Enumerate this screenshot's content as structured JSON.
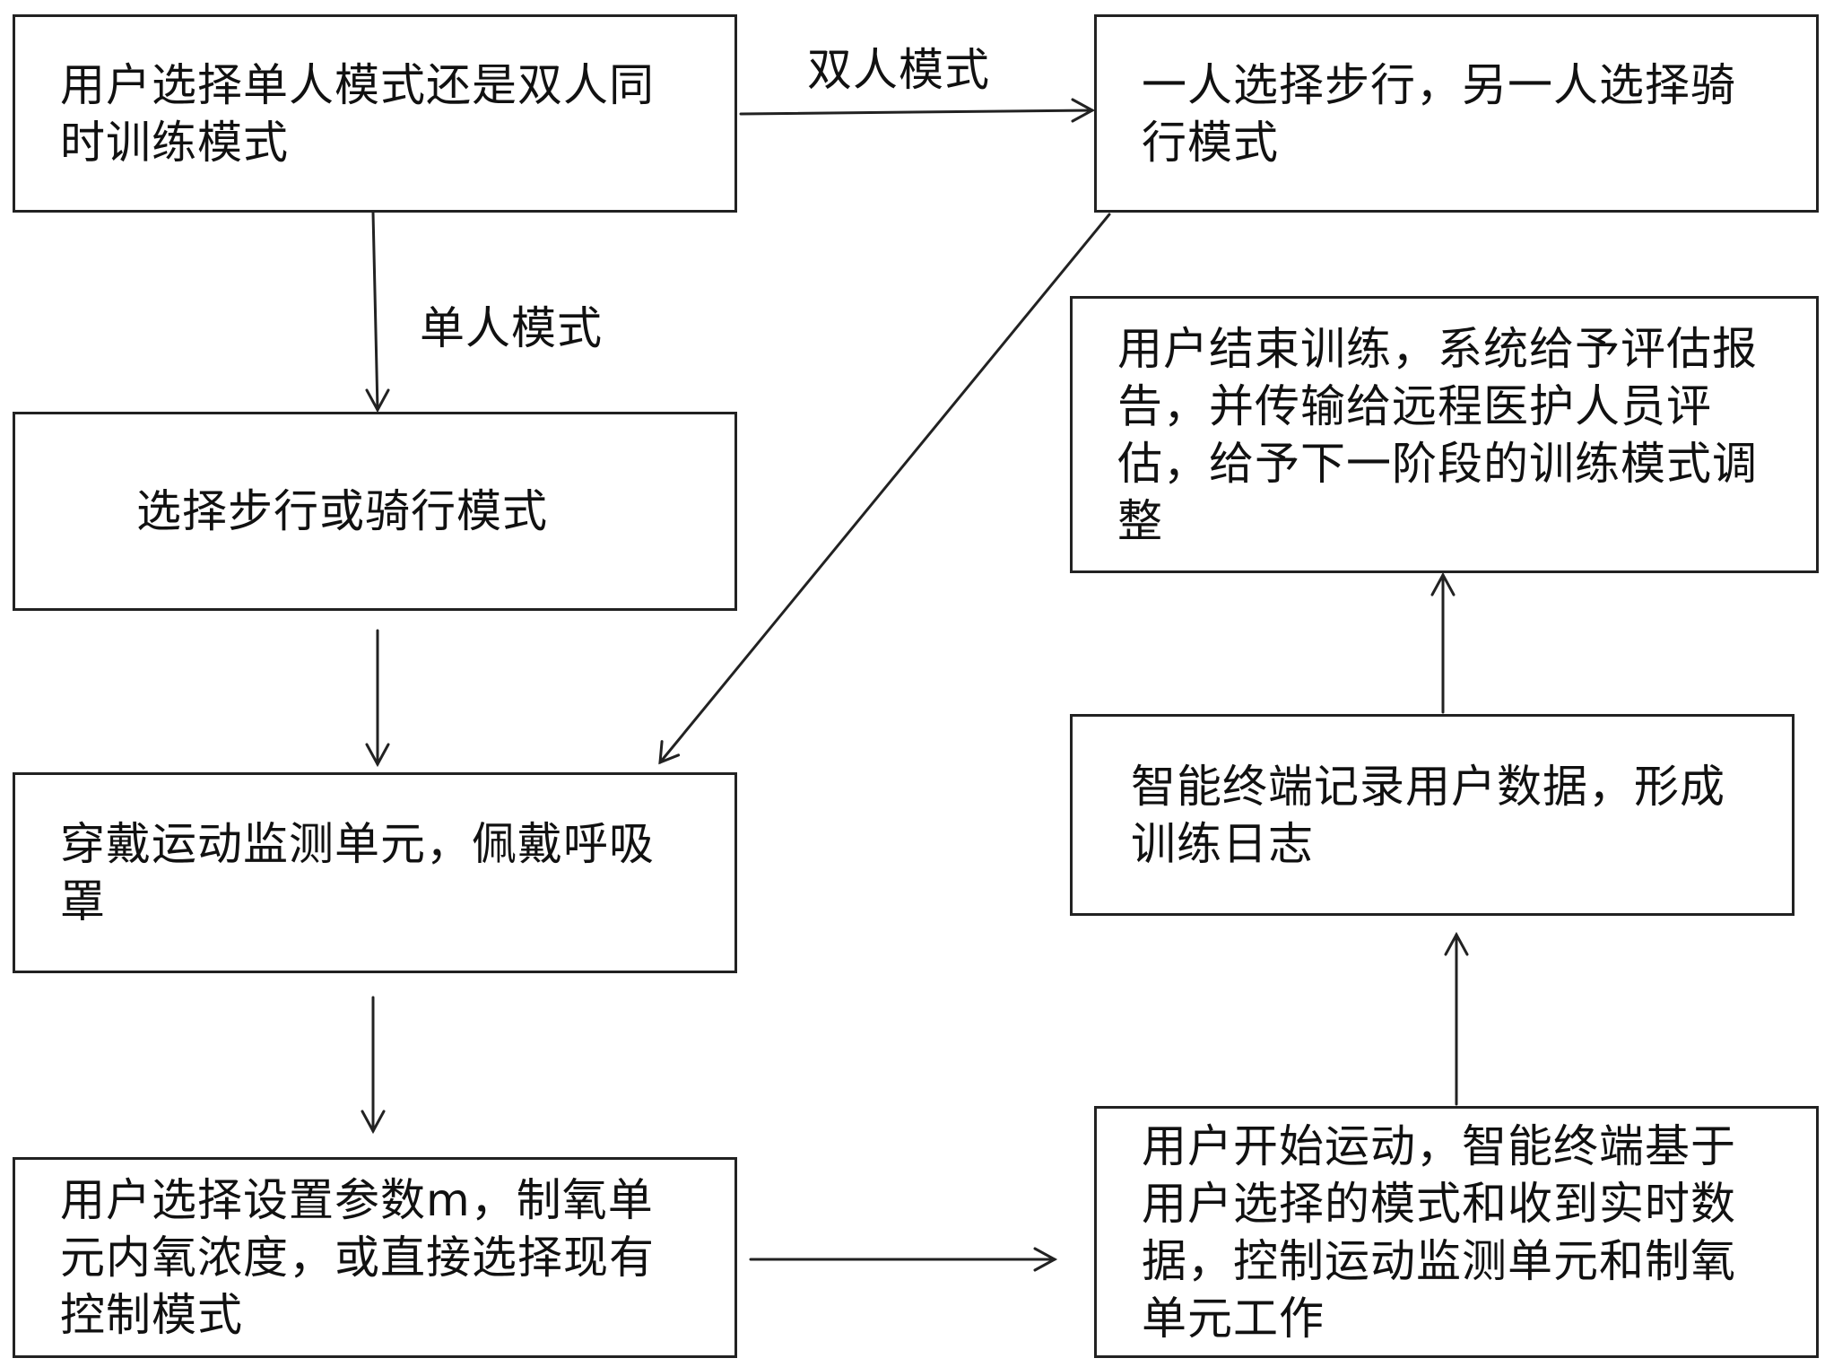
{
  "boxes": {
    "mode_select": "用户选择单人模式还是双人同时训练模式",
    "double_assign": "一人选择步行，另一人选择骑行模式",
    "single_select": "选择步行或骑行模式",
    "wear_units": "穿戴运动监测单元，佩戴呼吸罩",
    "set_params": "用户选择设置参数m，制氧单元内氧浓度，或直接选择现有控制模式",
    "start_exercise": "用户开始运动，智能终端基于用户选择的模式和收到实时数据，控制运动监测单元和制氧单元工作",
    "record_data": "智能终端记录用户数据，形成训练日志",
    "end_training": "用户结束训练，系统给予评估报告，并传输给远程医护人员评估，给予下一阶段的训练模式调整"
  },
  "labels": {
    "double_mode": "双人模式",
    "single_mode": "单人模式"
  }
}
